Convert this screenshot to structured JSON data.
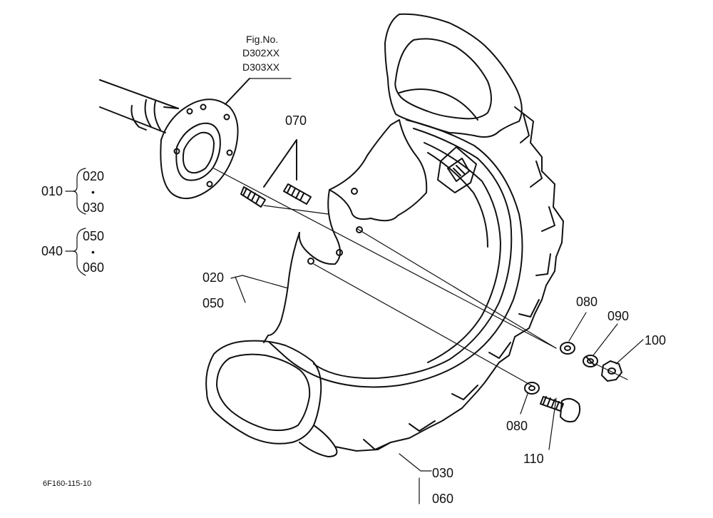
{
  "figure": {
    "fig_label": "Fig.No.",
    "fig_numbers": [
      "D302XX",
      "D303XX"
    ],
    "drawing_code": "6F160-115-10"
  },
  "callouts": {
    "p070": "070",
    "group010": "010",
    "group010_a": "020",
    "group010_sep": "•",
    "group010_b": "030",
    "group040": "040",
    "group040_a": "050",
    "group040_sep": "•",
    "group040_b": "060",
    "rim_a": "020",
    "rim_b": "050",
    "p080_top": "080",
    "p090": "090",
    "p100": "100",
    "p080_bottom": "080",
    "p110": "110",
    "tire_a": "030",
    "tire_b": "060"
  },
  "colors": {
    "line": "#111111",
    "background": "#ffffff"
  }
}
